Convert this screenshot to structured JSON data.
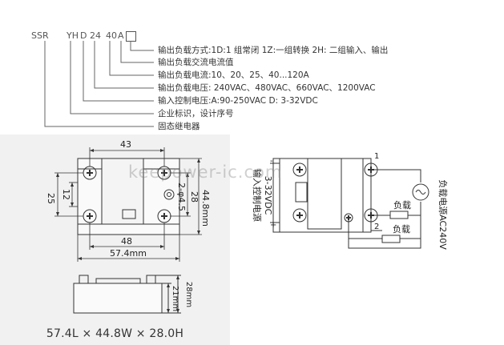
{
  "code": {
    "parts": [
      "SSR",
      "YH",
      "D",
      "24",
      "40",
      "A"
    ]
  },
  "descriptions": [
    "输出负载方式:1D:1 组常闭 1Z:一组转换 2H: 二组输入、输出",
    "输出负载交流电流值",
    "输出负载电流:10、20、25、40...120A",
    "输出负载电压: 240VAC、480VAC、660VAC、1200VAC",
    "输入控制电压:A:90-250VAC  D: 3-32VDC",
    "企业标识，设计序号",
    "固态继电器"
  ],
  "dimensions": {
    "top_width": "43",
    "height_right": "44.8mm",
    "hole_spacing_v": "28",
    "hole_spec": "2-φ4.5",
    "left_outer": "25",
    "left_inner": "12",
    "hole_spacing_h": "48",
    "total_width": "57.4mm",
    "side_total": "28mm",
    "side_body": "21mm",
    "caption": "57.4L × 44.8W × 28.0H"
  },
  "wiring": {
    "input_label": "输入控制电源",
    "input_voltage": "3-32VDC",
    "minus": "-",
    "plus": "+",
    "terminal_1": "1",
    "terminal_2": "2",
    "load_1": "负载",
    "load_2": "负载",
    "source_label": "负载电源AC240V"
  },
  "watermark": "keepower-ic.com"
}
